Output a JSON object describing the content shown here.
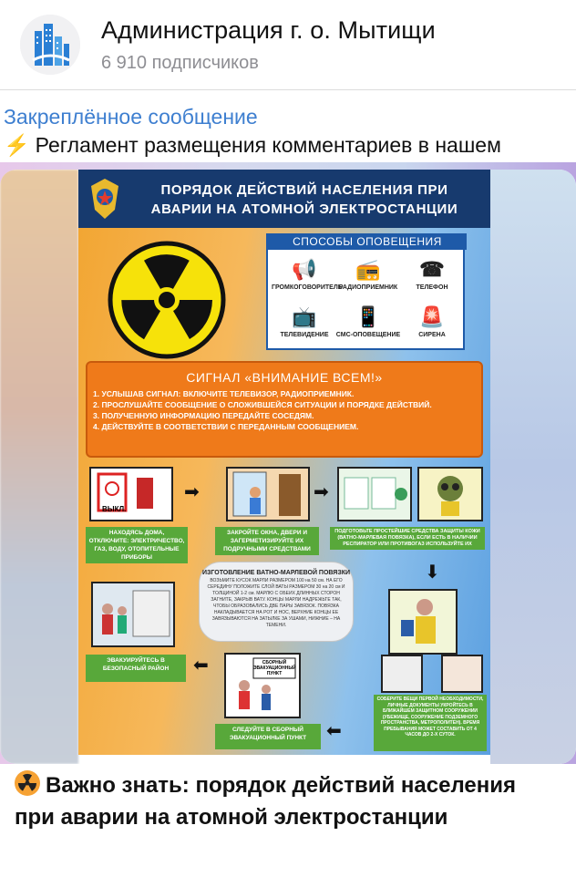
{
  "channel": {
    "title": "Администрация г. о. Мытищи",
    "subscribers": "6 910 подписчиков",
    "avatar_icon": "city-buildings-icon"
  },
  "pinned": {
    "label": "Закреплённое сообщение",
    "icon": "lightning-icon",
    "text": "Регламент размещения комментариев в нашем"
  },
  "poster": {
    "title_line1": "ПОРЯДОК ДЕЙСТВИЙ НАСЕЛЕНИЯ ПРИ",
    "title_line2": "АВАРИИ НА АТОМНОЙ ЭЛЕКТРОСТАНЦИИ",
    "notify": {
      "title": "СПОСОБЫ ОПОВЕЩЕНИЯ",
      "items": [
        {
          "label": "ГРОМКОГОВОРИТЕЛЬ",
          "icon": "megaphone-icon"
        },
        {
          "label": "РАДИОПРИЕМНИК",
          "icon": "radio-icon"
        },
        {
          "label": "ТЕЛЕФОН",
          "icon": "phone-icon"
        },
        {
          "label": "ТЕЛЕВИДЕНИЕ",
          "icon": "tv-icon"
        },
        {
          "label": "СМС-ОПОВЕЩЕНИЕ",
          "icon": "sms-icon"
        },
        {
          "label": "СИРЕНА",
          "icon": "siren-icon"
        }
      ]
    },
    "signal": {
      "title": "СИГНАЛ «ВНИМАНИЕ ВСЕМ!»",
      "steps": [
        "1. УСЛЫШАВ СИГНАЛ: ВКЛЮЧИТЕ ТЕЛЕВИЗОР, РАДИОПРИЕМНИК.",
        "2. ПРОСЛУШАЙТЕ СООБЩЕНИЕ О СЛОЖИВШЕЙСЯ СИТУАЦИИ И ПОРЯДКЕ ДЕЙСТВИЙ.",
        "3. ПОЛУЧЕННУЮ ИНФОРМАЦИЮ ПЕРЕДАЙТЕ СОСЕДЯМ.",
        "4. ДЕЙСТВУЙТЕ В СООТВЕТСТВИИ С ПЕРЕДАННЫМ СООБЩЕНИЕМ."
      ]
    },
    "switch_label": "ВЫКЛ.",
    "steps": {
      "s1": "НАХОДЯСЬ ДОМА, ОТКЛЮЧИТЕ: ЭЛЕКТРИЧЕСТВО, ГАЗ, ВОДУ, ОТОПИТЕЛЬНЫЕ ПРИБОРЫ",
      "s2": "ЗАКРОЙТЕ ОКНА, ДВЕРИ И ЗАГЕРМЕТИЗИРУЙТЕ ИХ ПОДРУЧНЫМИ СРЕДСТВАМИ",
      "s3": "ПОДГОТОВЬТЕ ПРОСТЕЙШИЕ СРЕДСТВА ЗАЩИТЫ КОЖИ (ВАТНО-МАРЛЕВАЯ ПОВЯЗКА), ЕСЛИ ЕСТЬ В НАЛИЧИИ РЕСПИРАТОР ИЛИ ПРОТИВОГАЗ ИСПОЛЬЗУЙТЕ ИХ",
      "s4": "СОБЕРИТЕ ВЕЩИ ПЕРВОЙ НЕОБХОДИМОСТИ, ЛИЧНЫЕ ДОКУМЕНТЫ УКРОЙТЕСЬ В БЛИЖАЙШЕМ ЗАЩИТНОМ СООРУЖЕНИИ (УБЕЖИЩЕ, СООРУЖЕНИЕ ПОДЗЕМНОГО ПРОСТРАНСТВА, МЕТРОПОЛИТЕН). ВРЕМЯ ПРЕБЫВАНИЯ МОЖЕТ СОСТАВИТЬ ОТ 4 ЧАСОВ ДО 2-Х СУТОК.",
      "s5": "СЛЕДУЙТЕ В СБОРНЫЙ ЭВАКУАЦИОННЫЙ ПУНКТ",
      "s6": "ЭВАКУИРУЙТЕСЬ В БЕЗОПАСНЫЙ РАЙОН"
    },
    "evac_sign": "СБОРНЫЙ ЭВАКУАЦИОННЫЙ ПУНКТ",
    "bandage": {
      "title": "ИЗГОТОВЛЕНИЕ ВАТНО-МАРЛЕВОЙ ПОВЯЗКИ",
      "text": "ВОЗЬМИТЕ КУСОК МАРЛИ РАЗМЕРОМ 100 на 50 см. НА ЕГО СЕРЕДИНУ ПОЛОЖИТЕ СЛОЙ ВАТЫ РАЗМЕРОМ 30 на 20 см И ТОЛЩИНОЙ 1-2 см. МАРЛЮ С ОБЕИХ ДЛИННЫХ СТОРОН ЗАГНИТЕ, ЗАКРЫВ ВАТУ. КОНЦЫ МАРЛИ НАДРЕЖЬТЕ ТАК, ЧТОБЫ ОБРАЗОВАЛИСЬ ДВЕ ПАРЫ ЗАВЯЗОК. ПОВЯЗКА НАКЛАДЫВАЕТСЯ НА РОТ И НОС, ВЕРХНИЕ КОНЦЫ ЕЕ ЗАВЯЗЫВАЮТСЯ НА ЗАТЫЛКЕ ЗА УШАМИ, НИЖНИЕ – НА ТЕМЕНИ."
    }
  },
  "caption": {
    "icon": "radioactive-icon",
    "text": "Важно знать: порядок действий населения при аварии на атомной электростанции"
  },
  "colors": {
    "accent": "#3e7fd0",
    "poster_header": "#173a6e",
    "signal_box": "#ef7a1a",
    "step_caption": "#58a83a"
  }
}
